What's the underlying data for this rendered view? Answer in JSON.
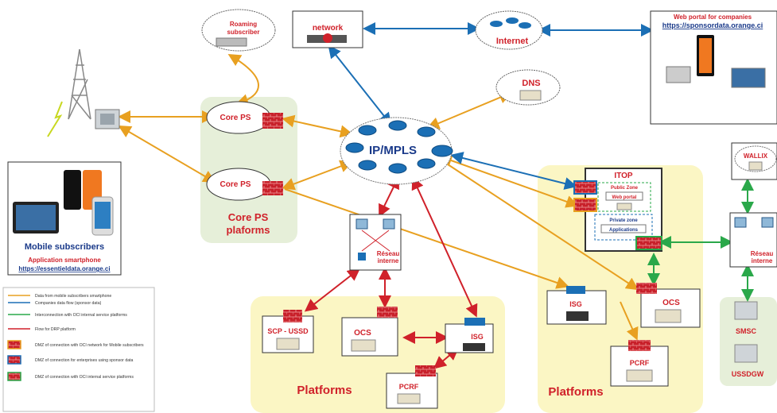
{
  "clouds": {
    "roaming": "Roaming\nsubscriber",
    "network": "network",
    "internet": "Internet",
    "dns": "DNS",
    "core_ps_1": "Core PS",
    "core_ps_2": "Core PS",
    "wallix": "WALLIX"
  },
  "core": {
    "ipmpls": "IP/MPLS"
  },
  "zones": {
    "core_ps_platforms": "Core PS\nplaforms",
    "platforms_left": "Platforms",
    "platforms_right": "Platforms"
  },
  "web_portal": {
    "title": "Web portal for companies",
    "url": "https://sponsordata.orange.ci"
  },
  "mobile": {
    "title": "Mobile subscribers",
    "subtitle": "Application smartphone",
    "url": "https://essentieldata.orange.ci"
  },
  "itop": {
    "title": "ITOP",
    "public_zone": "Public Zone",
    "web_portal": "Web portal",
    "private_zone": "Private zone",
    "applications": "Applications"
  },
  "nodes": {
    "reseau_interne_left": "Réseau\ninterne",
    "reseau_interne_right": "Réseau\ninterne",
    "scp_ussd": "SCP - USSD",
    "ocs_left": "OCS",
    "isg_left": "ISG",
    "pcrf_left": "PCRF",
    "isg_right": "ISG",
    "ocs_right": "OCS",
    "pcrf_right": "PCRF",
    "smsc": "SMSC",
    "ussdgw": "USSDGW"
  },
  "legend": {
    "items": [
      {
        "text": "Data from mobile subscribers smartphone",
        "color": "#e8a020",
        "kind": "arrow"
      },
      {
        "text": "Companies data flow (sponsor data)",
        "color": "#1b6fb5",
        "kind": "arrow"
      },
      {
        "text": "Interconnection with OCI internal service platforms",
        "color": "#2aa84a",
        "kind": "arrow"
      },
      {
        "text": "Flow for DRP platform",
        "color": "#d0212a",
        "kind": "arrow"
      },
      {
        "text": "DMZ of connection with OCI network for Mobile subscribers",
        "color": "#e8a020",
        "kind": "firewall"
      },
      {
        "text": "DMZ of connection for enterprises using sponsor data",
        "color": "#1b6fb5",
        "kind": "firewall"
      },
      {
        "text": "DMZ of connection with OCI internal service platforms",
        "color": "#2aa84a",
        "kind": "firewall"
      }
    ]
  },
  "colors": {
    "orange_flow": "#e8a020",
    "blue_flow": "#1b6fb5",
    "green_flow": "#2aa84a",
    "red_flow": "#d0212a",
    "zone_yellow": "#fbf6c4",
    "zone_green": "#e6efd9",
    "label_red": "#d0212a",
    "firewall_red": "#c8202a"
  }
}
